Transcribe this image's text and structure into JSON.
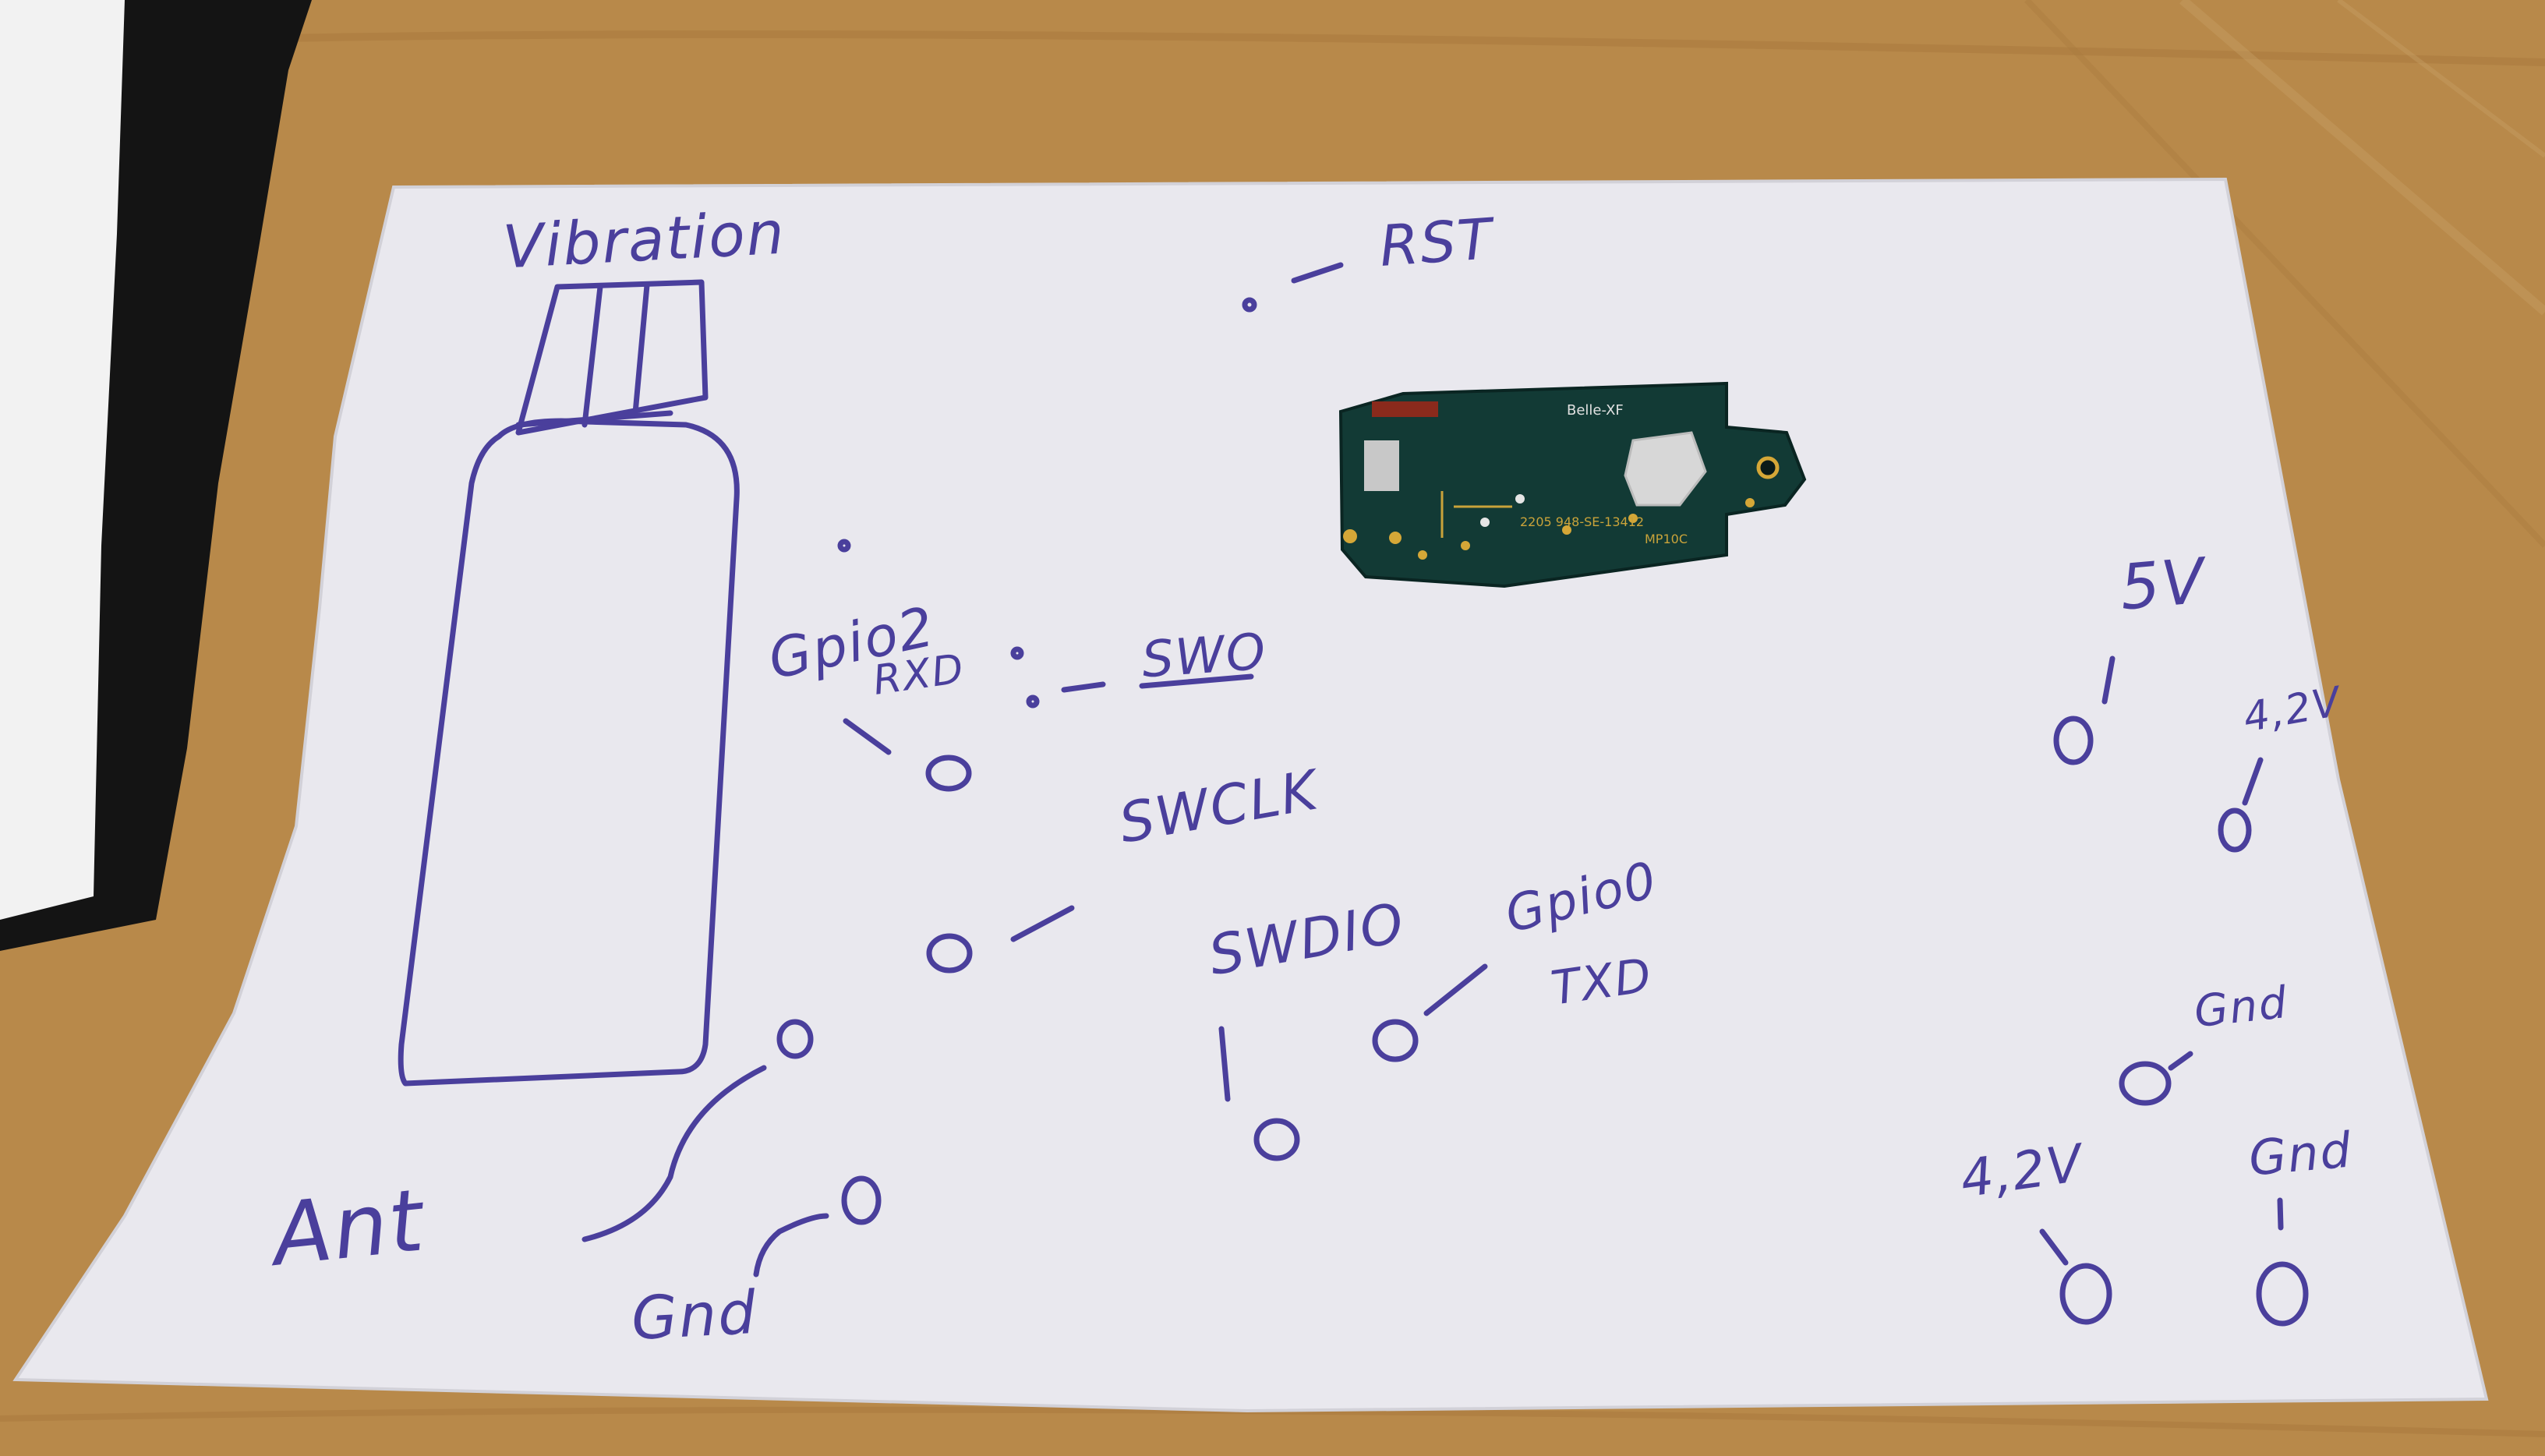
{
  "colors": {
    "desk": "#b8894a",
    "desk_dark": "#8e6430",
    "paper": "#e9e8ee",
    "ink": "#4a3f9c",
    "pcb": "#123a35"
  },
  "labels": {
    "vibration": "Vibration",
    "rst": "RST",
    "gpio2": "Gpio2",
    "rxd": "RXD",
    "swo": "SWO",
    "swclk": "SWCLK",
    "swdio": "SWDIO",
    "gpio0": "Gpio0",
    "txd": "TXD",
    "ant": "Ant",
    "gnd_left": "Gnd",
    "v5": "5V",
    "v42_top": "4,2V",
    "gnd_mid": "Gnd",
    "v41": "4,2V",
    "gnd_right": "Gnd"
  },
  "pcb": {
    "silkscreen_1": "Belle-XF",
    "silkscreen_2": "2205 948-SE-13412",
    "silkscreen_3": "MP10C"
  }
}
